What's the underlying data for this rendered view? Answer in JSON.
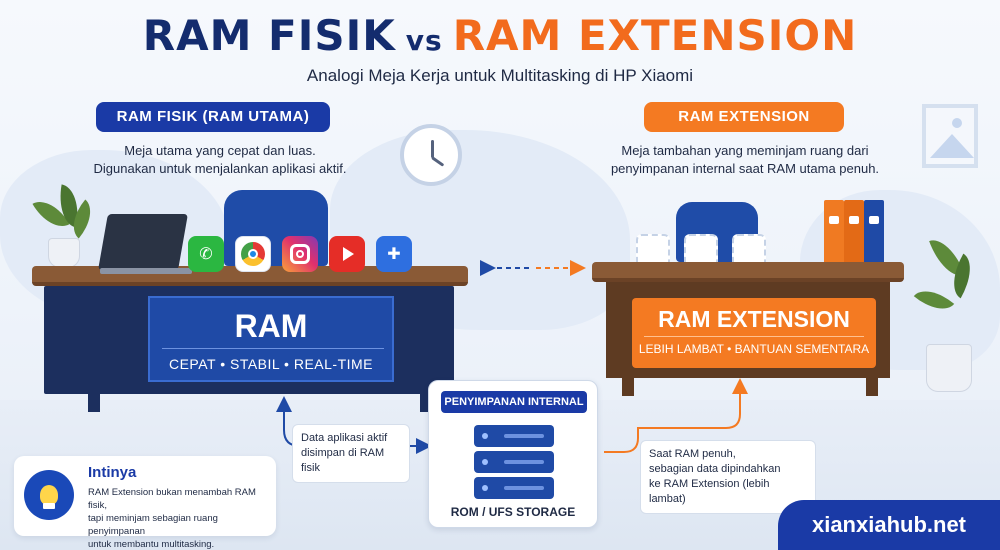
{
  "title": {
    "part1": "RAM FISIK",
    "vs": "vs",
    "part2": "RAM EXTENSION"
  },
  "subtitle": "Analogi Meja Kerja untuk Multitasking di HP Xiaomi",
  "left": {
    "pill": "RAM FISIK (RAM UTAMA)",
    "desc_line1": "Meja utama yang cepat dan luas.",
    "desc_line2": "Digunakan untuk menjalankan aplikasi aktif.",
    "panel_title": "RAM",
    "panel_sub": "CEPAT • STABIL • REAL-TIME",
    "apps": [
      "whatsapp-icon",
      "chrome-icon",
      "instagram-icon",
      "youtube-icon",
      "game-controller-icon"
    ]
  },
  "right": {
    "pill": "RAM EXTENSION",
    "desc_line1": "Meja tambahan yang meminjam ruang dari",
    "desc_line2": "penyimpanan internal saat RAM utama penuh.",
    "panel_title": "RAM EXTENSION",
    "panel_sub": "LEBIH LAMBAT • BANTUAN SEMENTARA"
  },
  "storage": {
    "pill": "PENYIMPANAN INTERNAL",
    "label": "ROM / UFS STORAGE"
  },
  "notes": {
    "left_line1": "Data aplikasi aktif",
    "left_line2": "disimpan di RAM fisik",
    "right_line1": "Saat RAM penuh,",
    "right_line2": "sebagian data dipindahkan",
    "right_line3": "ke RAM Extension (lebih lambat)"
  },
  "summary": {
    "title": "Intinya",
    "line1": "RAM Extension bukan menambah RAM fisik,",
    "line2": "tapi meminjam sebagian ruang penyimpanan",
    "line3": "untuk membantu multitasking."
  },
  "brand": "xianxiahub.net",
  "colors": {
    "navy": "#142c6e",
    "blue": "#1a3aa6",
    "orange": "#f47a22"
  }
}
